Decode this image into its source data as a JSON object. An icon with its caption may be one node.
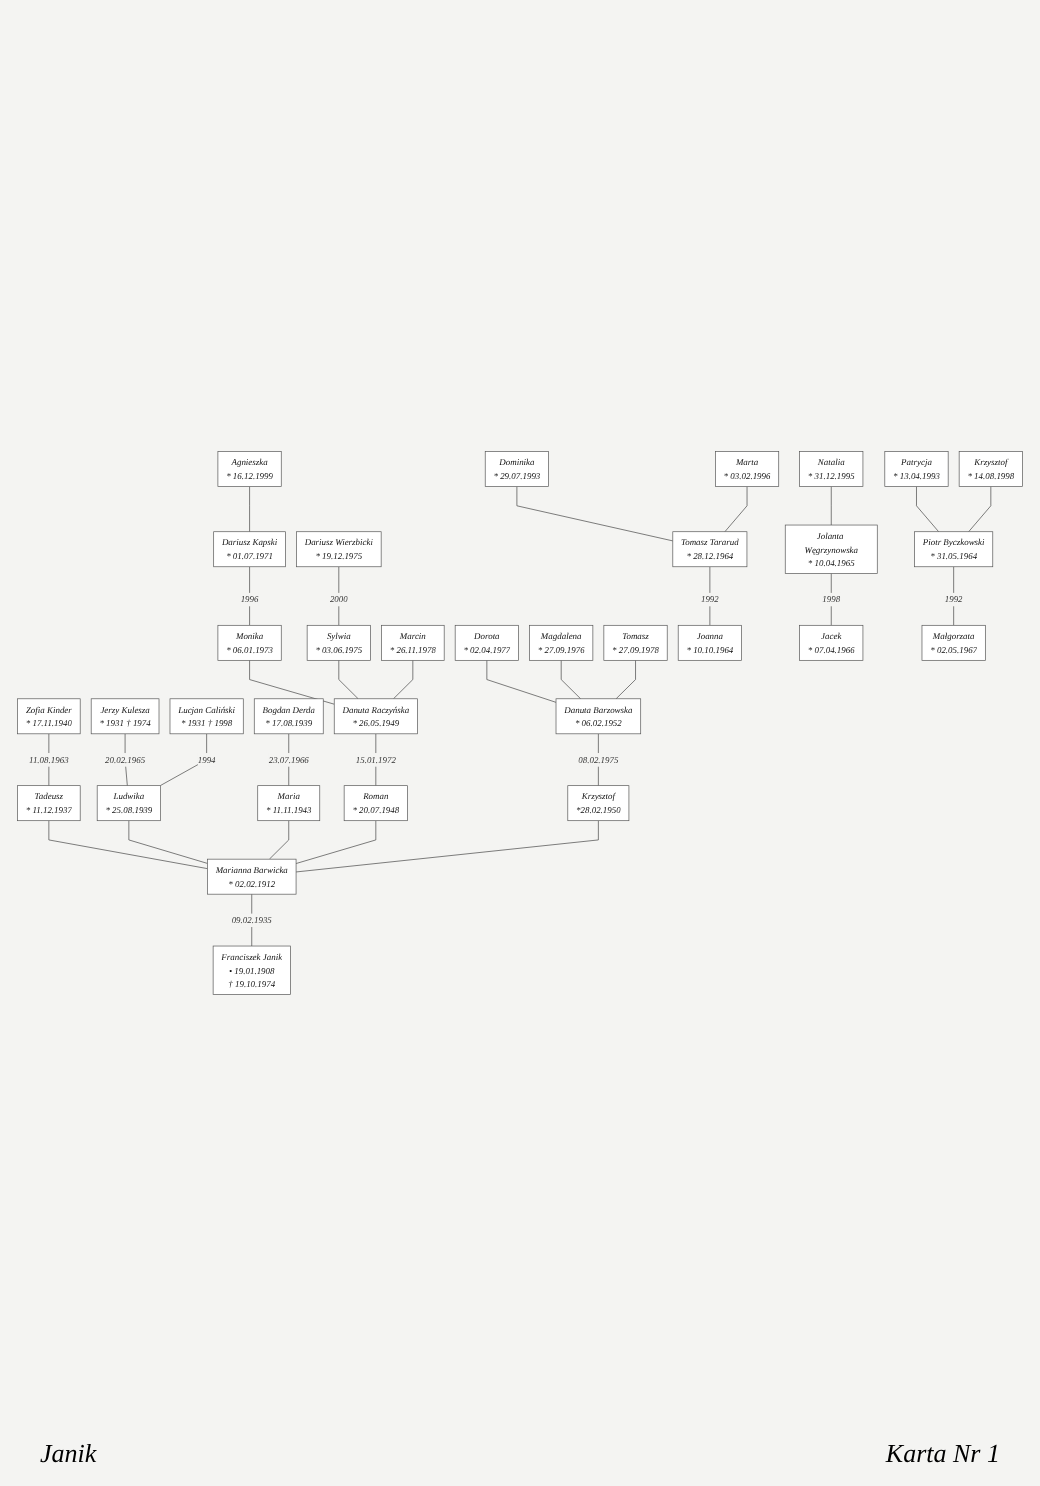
{
  "diagram": {
    "nodes": [
      {
        "text": [
          "Dominika",
          "* 29.07.1993"
        ]
      },
      {
        "text": [
          "Marta",
          "* 03.02.1996"
        ]
      },
      {
        "text": [
          "Agnieszka",
          "* 16.12.1999"
        ]
      },
      {
        "text": [
          "Natalia",
          "* 31.12.1995"
        ]
      },
      {
        "text": [
          "Patrycja",
          "* 13.04.1993"
        ]
      },
      {
        "text": [
          "Krzysztof",
          "* 14.08.1998"
        ]
      },
      {
        "text": [
          "Dariusz Kapski",
          "* 01.07.1971"
        ]
      },
      {
        "text": [
          "Dariusz Wierzbicki",
          "* 19.12.1975"
        ]
      },
      {
        "text": [
          "Tomasz Tararud",
          "* 28.12.1964"
        ]
      },
      {
        "text": [
          "Jolanta Węgrzynowska",
          "* 10.04.1965"
        ]
      },
      {
        "text": [
          "Piotr Byczkowski",
          "* 31.05.1964"
        ]
      },
      {
        "text": [
          "Monika",
          "* 06.01.1973"
        ]
      },
      {
        "text": [
          "Sylwia",
          "* 03.06.1975"
        ]
      },
      {
        "text": [
          "Marcin",
          "* 26.11.1978"
        ]
      },
      {
        "text": [
          "Lucjan Caliński",
          "* 1931 † 1998"
        ]
      },
      {
        "text": [
          "Dorota",
          "* 02.04.1977"
        ]
      },
      {
        "text": [
          "Magdalena",
          "* 27.09.1976"
        ]
      },
      {
        "text": [
          "Tomasz",
          "* 27.09.1978"
        ]
      },
      {
        "text": [
          "Joanna",
          "* 10.10.1964"
        ]
      },
      {
        "text": [
          "Jacek",
          "* 07.04.1966"
        ]
      },
      {
        "text": [
          "Małgorzata",
          "* 02.05.1967"
        ]
      },
      {
        "text": [
          "Zofia Kinder",
          "* 17.11.1940"
        ]
      },
      {
        "text": [
          "Jerzy Kulesza",
          "* 1931 † 1974"
        ]
      },
      {
        "text": [
          "Bogdan Derda",
          "* 17.08.1939"
        ]
      },
      {
        "text": [
          "Danuta Raczyńska",
          "* 26.05.1949"
        ]
      },
      {
        "text": [
          "Danuta Barzowska",
          "* 06.02.1952"
        ]
      },
      {
        "text": [
          "Tadeusz",
          "* 11.12.1937"
        ]
      },
      {
        "text": [
          "Ludwika",
          "* 25.08.1939"
        ]
      },
      {
        "text": [
          "Maria",
          "* 11.11.1943"
        ]
      },
      {
        "text": [
          "Roman",
          "* 20.07.1948"
        ]
      },
      {
        "text": [
          "Krzysztof",
          "*28.02.1950"
        ]
      },
      {
        "text": [
          "Marianna Barwicka",
          "* 02.02.1912"
        ]
      },
      {
        "text": [
          "Franciszek Janik",
          "• 19.01.1908",
          "† 19.10.1974"
        ]
      }
    ],
    "edges": [
      {
        "from": 0,
        "to": 8,
        "arrow": "none"
      },
      {
        "from": 1,
        "to": 8,
        "arrow": "none"
      },
      {
        "from": 2,
        "to": 6,
        "arrow": "none"
      },
      {
        "from": 3,
        "to": 9,
        "arrow": "none"
      },
      {
        "from": 4,
        "to": 10,
        "arrow": "none"
      },
      {
        "from": 5,
        "to": 10,
        "arrow": "none"
      },
      {
        "from": 6,
        "to": 11,
        "arrow": "none",
        "label": "1996"
      },
      {
        "from": 7,
        "to": 12,
        "arrow": "none",
        "label": "2000"
      },
      {
        "from": 8,
        "to": 18,
        "arrow": "none",
        "label": "1992"
      },
      {
        "from": 9,
        "to": 19,
        "arrow": "none",
        "label": "1998"
      },
      {
        "from": 10,
        "to": 20,
        "arrow": "none",
        "label": "1992"
      },
      {
        "from": 11,
        "to": 24,
        "arrow": "none"
      },
      {
        "from": 12,
        "to": 24,
        "arrow": "none"
      },
      {
        "from": 13,
        "to": 24,
        "arrow": "none"
      },
      {
        "from": 15,
        "to": 25,
        "arrow": "none"
      },
      {
        "from": 16,
        "to": 25,
        "arrow": "none"
      },
      {
        "from": 17,
        "to": 25,
        "arrow": "none"
      },
      {
        "from": 21,
        "to": 26,
        "arrow": "none",
        "label": "11.08.1963"
      },
      {
        "from": 22,
        "to": 27,
        "arrow": "none",
        "label": "20.02.1965"
      },
      {
        "from": 14,
        "to": 27,
        "arrow": "none",
        "label": "1994"
      },
      {
        "from": 23,
        "to": 28,
        "arrow": "none",
        "label": "23.07.1966"
      },
      {
        "from": 24,
        "to": 29,
        "arrow": "none",
        "label": "15.01.1972"
      },
      {
        "from": 25,
        "to": 30,
        "arrow": "none",
        "label": "08.02.1975"
      },
      {
        "from": 26,
        "to": 31,
        "arrow": "none"
      },
      {
        "from": 27,
        "to": 31,
        "arrow": "none"
      },
      {
        "from": 28,
        "to": 31,
        "arrow": "none"
      },
      {
        "from": 29,
        "to": 31,
        "arrow": "none"
      },
      {
        "from": 30,
        "to": 31,
        "arrow": "none"
      },
      {
        "from": 31,
        "to": 32,
        "arrow": "none",
        "label": "09.02.1935"
      }
    ],
    "labels": [
      "Janik",
      "Karta Nr 1"
    ]
  }
}
